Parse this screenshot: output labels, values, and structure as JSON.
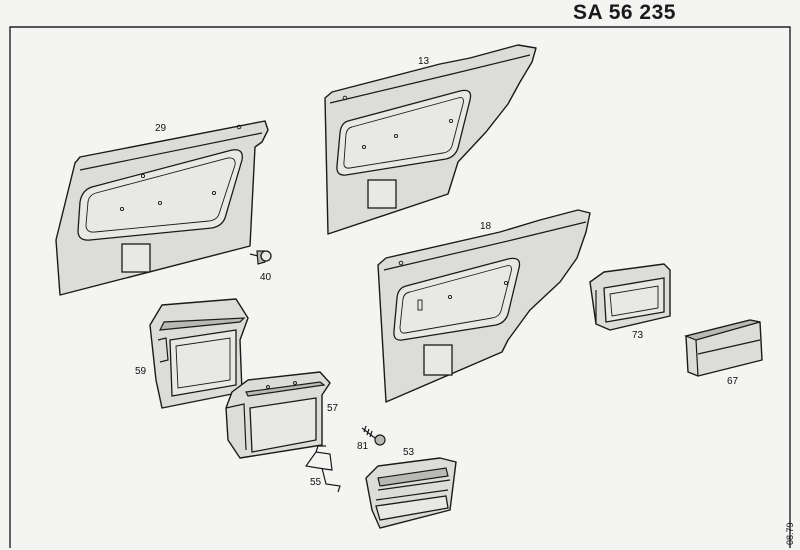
{
  "header": {
    "sheet_code": "SA 56 235"
  },
  "footer": {
    "date_code": "08.79"
  },
  "callouts": {
    "p13": "13",
    "p29": "29",
    "p18": "18",
    "p40": "40",
    "p73": "73",
    "p59": "59",
    "p57": "57",
    "p67": "67",
    "p81": "81",
    "p53": "53",
    "p55": "55"
  }
}
